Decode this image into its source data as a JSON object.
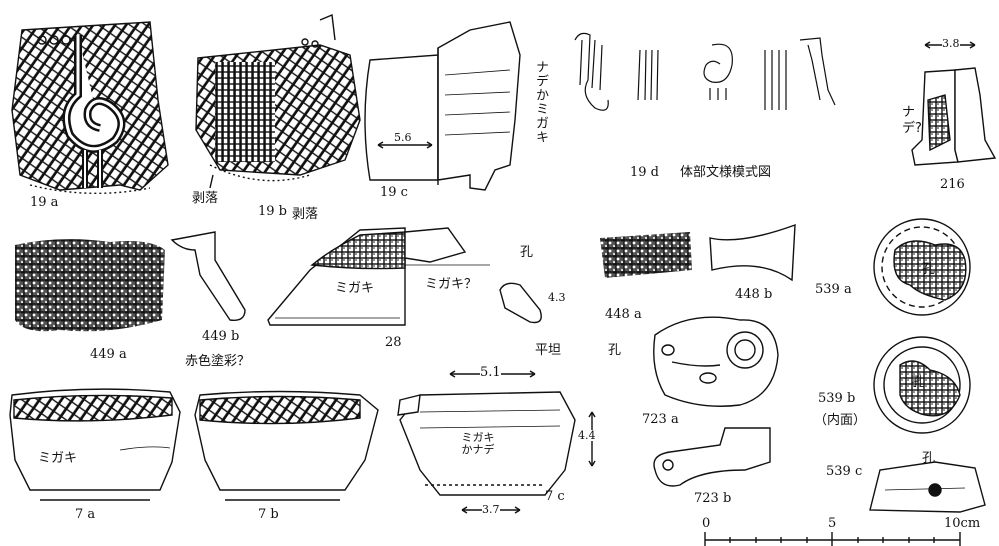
{
  "labels": {
    "fig_19a": "19 a",
    "fig_19b": "19 b",
    "fig_19c": "19 c",
    "fig_19d": "19 d",
    "fig_19d_caption": "体部文様模式図",
    "fig_216": "216",
    "fig_28": "28",
    "fig_449a": "449 a",
    "fig_449b": "449 b",
    "fig_448a": "448 a",
    "fig_448b": "448 b",
    "fig_723a": "723 a",
    "fig_723b": "723 b",
    "fig_539a": "539 a",
    "fig_539b": "539 b",
    "fig_539b_note": "（内面）",
    "fig_539c": "539 c",
    "fig_7a": "7 a",
    "fig_7b": "7 b",
    "fig_7c": "7 c"
  },
  "annotations": {
    "hakuraku_1": "剥落",
    "hakuraku_2": "剥落",
    "nade_ka_migaki": "ナデかミガキ",
    "nade_q": "ナデ?",
    "migaki_28": "ミガキ",
    "migaki_q_28": "ミガキ？",
    "ana_28": "孔",
    "heitan": "平坦",
    "ana_723": "孔",
    "ana_539a": "孔",
    "ana_539b": "孔",
    "ana_539c": "孔",
    "akairo": "赤色塗彩？",
    "migaki_7a": "ミガキ",
    "migaki_ka_nade_7c": "ミガキかナデ"
  },
  "dimensions": {
    "d_19c": "5.6",
    "d_216": "3.8",
    "d_28": "4.3",
    "d_7c_top": "5.1",
    "d_7c_side": "4.4",
    "d_7c_bottom": "3.7"
  },
  "scale_bar": {
    "ticks": [
      "0",
      "5",
      "10cm"
    ]
  }
}
